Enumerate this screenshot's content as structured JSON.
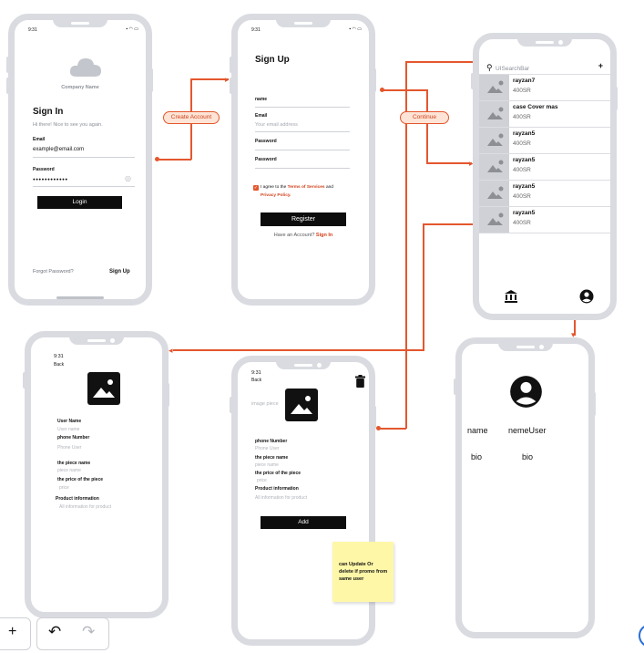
{
  "colors": {
    "accent": "#e4572e",
    "frame": "#d9dbe0",
    "sticky": "#fff7a8"
  },
  "status_time": "9:31",
  "signin": {
    "company": "Company Name",
    "title": "Sign In",
    "subtitle": "Hi there! Nice to see you again.",
    "email_label": "Email",
    "email_value": "example@email.com",
    "password_label": "Password",
    "password_value": "●●●●●●●●●●●●",
    "login_label": "Login",
    "forgot_label": "Forgot Password?",
    "signup_link": "Sign Up"
  },
  "signup": {
    "title": "Sign Up",
    "name_label": "name",
    "email_label": "Email",
    "email_placeholder": "Your email address",
    "password_label": "Password",
    "password2_label": "Password",
    "agree_text": "I agree to the",
    "terms_link": "Terms of Services",
    "and_text": "and",
    "privacy_link": "Privacy Policy.",
    "register_label": "Register",
    "have_account": "Have an Account?",
    "signin_link": "Sign In"
  },
  "connectors": {
    "create_account": "Create Account",
    "continue": "Continue"
  },
  "list": {
    "search_placeholder": "UISearchBar",
    "add_icon": "+",
    "items": [
      {
        "name": "rayzan7",
        "price": "400SR"
      },
      {
        "name": "case Cover mas",
        "price": "400SR"
      },
      {
        "name": "rayzan5",
        "price": "400SR"
      },
      {
        "name": "rayzan5",
        "price": "400SR"
      },
      {
        "name": "rayzan5",
        "price": "400SR"
      },
      {
        "name": "rayzan5",
        "price": "400SR"
      }
    ],
    "tab_icons": [
      "bank-icon",
      "user-icon"
    ]
  },
  "detail": {
    "back": "Back",
    "user_name_label": "User Name",
    "user_name_placeholder": "User name",
    "phone_label": "phone Number",
    "phone_placeholder": "Phone User",
    "piece_name_label": "the piece name",
    "piece_name_placeholder": "piece name",
    "piece_price_label": "the price of the piece",
    "piece_price_placeholder": "price",
    "product_info_label": "Product information",
    "product_info_placeholder": "All information for product"
  },
  "add": {
    "back": "Back",
    "image_label": "image piece",
    "phone_label": "phone Number",
    "phone_placeholder": "Phone User",
    "piece_name_label": "the piece name",
    "piece_name_placeholder": "piece name",
    "piece_price_label": "the price of the piece",
    "piece_price_placeholder": "price",
    "product_info_label": "Product information",
    "product_info_placeholder": "All information for product",
    "add_label": "Add",
    "sticky_note": "can Update Or delete if promo from same user"
  },
  "profile": {
    "name_label": "name",
    "name_value": "nemeUser",
    "bio_label": "bio",
    "bio_value": "bio"
  },
  "toolbar": {
    "add": "+",
    "undo": "↶",
    "redo": "↷"
  }
}
